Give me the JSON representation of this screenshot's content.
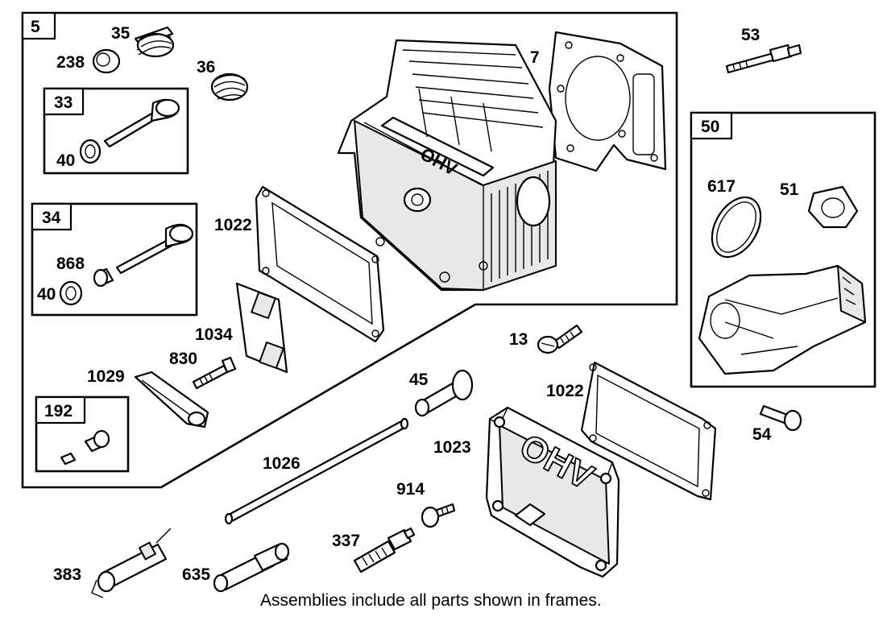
{
  "caption": "Assemblies include all parts shown in frames.",
  "frames": {
    "f5": "5",
    "f33": "33",
    "f34": "34",
    "f192": "192",
    "f50": "50"
  },
  "callouts": {
    "c35": "35",
    "c238": "238",
    "c36": "36",
    "c40a": "40",
    "c868": "868",
    "c40b": "40",
    "c7": "7",
    "c53": "53",
    "c1022a": "1022",
    "c1034": "1034",
    "c830": "830",
    "c1029": "1029",
    "c617": "617",
    "c51": "51",
    "c13": "13",
    "c45": "45",
    "c1022b": "1022",
    "c1026": "1026",
    "c1023": "1023",
    "c54": "54",
    "c914": "914",
    "c337": "337",
    "c383": "383",
    "c635": "635"
  },
  "cover_text": "OHV",
  "head_text": "OHV"
}
